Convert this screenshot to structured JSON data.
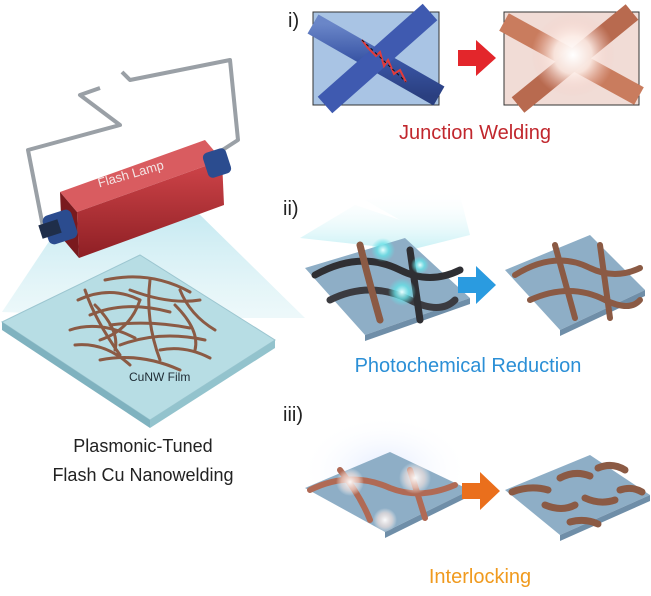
{
  "left_panel": {
    "lamp_label": "Flash Lamp",
    "film_label": "CuNW Film",
    "caption_line1": "Plasmonic-Tuned",
    "caption_line2": "Flash Cu Nanowelding"
  },
  "steps": [
    {
      "number": "i)",
      "title": "Junction Welding"
    },
    {
      "number": "ii)",
      "title": "Photochemical Reduction"
    },
    {
      "number": "iii)",
      "title": "Interlocking"
    }
  ],
  "colors": {
    "step1_title": "#c1272d",
    "step2_title": "#2b8fd6",
    "step3_title": "#f09a1e",
    "arrow_red": "#e3262b",
    "arrow_blue": "#2a9be0",
    "arrow_orange": "#ea6f1c",
    "lamp_red": "#b52a2f",
    "copper": "#8b5a44",
    "substrate_blue": "#8eaec6"
  }
}
